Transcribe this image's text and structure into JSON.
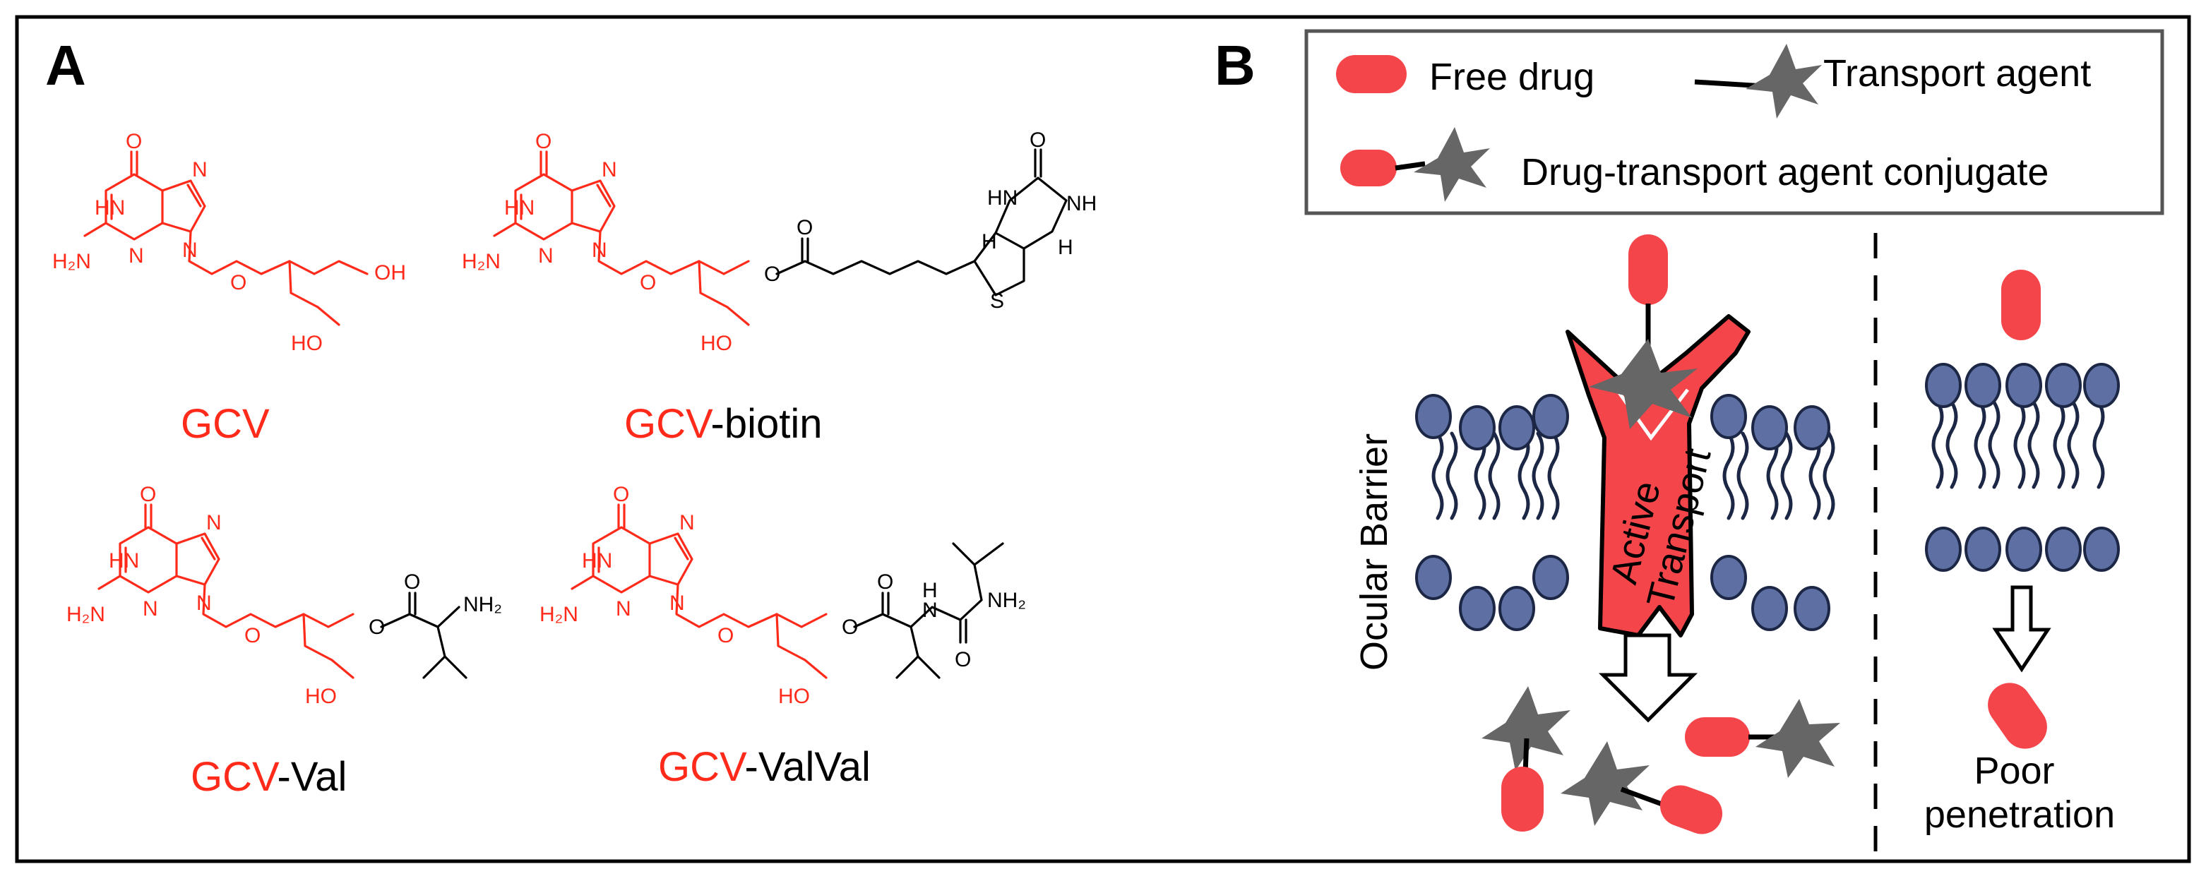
{
  "panels": {
    "a": {
      "letter": "A",
      "molecules": [
        {
          "name": "GCV",
          "prefix": "GCV",
          "suffix": ""
        },
        {
          "name": "GCV-biotin",
          "prefix": "GCV",
          "suffix": "-biotin"
        },
        {
          "name": "GCV-Val",
          "prefix": "GCV",
          "suffix": "-Val"
        },
        {
          "name": "GCV-ValVal",
          "prefix": "GCV",
          "suffix": "-ValVal"
        }
      ],
      "atoms": {
        "O": "O",
        "N": "N",
        "H": "H",
        "HN": "HN",
        "NH": "NH",
        "H2N": "H₂N",
        "NH2": "NH₂",
        "OH": "OH",
        "HO": "HO",
        "S": "S"
      }
    },
    "b": {
      "letter": "B",
      "legend": {
        "free_drug": "Free drug",
        "transport_agent": "Transport agent",
        "conjugate": "Drug-transport agent conjugate"
      },
      "barrier_label": "Ocular Barrier",
      "transporter_label": [
        "Active",
        "Transport"
      ],
      "poor_label": [
        "Poor",
        "penetration"
      ]
    }
  },
  "colors": {
    "drug_red": "#f4454a",
    "structure_red": "#ff2a1a",
    "agent_gray": "#666666",
    "lipid_head": "#5e6fa3",
    "lipid_outline": "#1c2746"
  }
}
